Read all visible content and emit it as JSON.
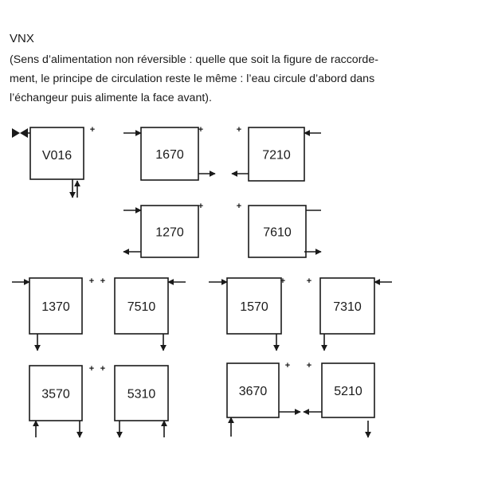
{
  "title": "VNX",
  "description": [
    "(Sens d’alimentation non réversible : quelle que soit la figure de raccorde-",
    "ment, le principe de circulation reste le même : l’eau circule d’abord dans",
    "l’échangeur puis alimente la face avant)."
  ],
  "plus_sign": "+",
  "boxes": [
    {
      "id": "v016",
      "label": "V016"
    },
    {
      "id": "1670",
      "label": "1670"
    },
    {
      "id": "7210",
      "label": "7210"
    },
    {
      "id": "1270",
      "label": "1270"
    },
    {
      "id": "7610",
      "label": "7610"
    },
    {
      "id": "1370",
      "label": "1370"
    },
    {
      "id": "7510",
      "label": "7510"
    },
    {
      "id": "1570",
      "label": "1570"
    },
    {
      "id": "7310",
      "label": "7310"
    },
    {
      "id": "3570",
      "label": "3570"
    },
    {
      "id": "5310",
      "label": "5310"
    },
    {
      "id": "3670",
      "label": "3670"
    },
    {
      "id": "5210",
      "label": "5210"
    }
  ]
}
